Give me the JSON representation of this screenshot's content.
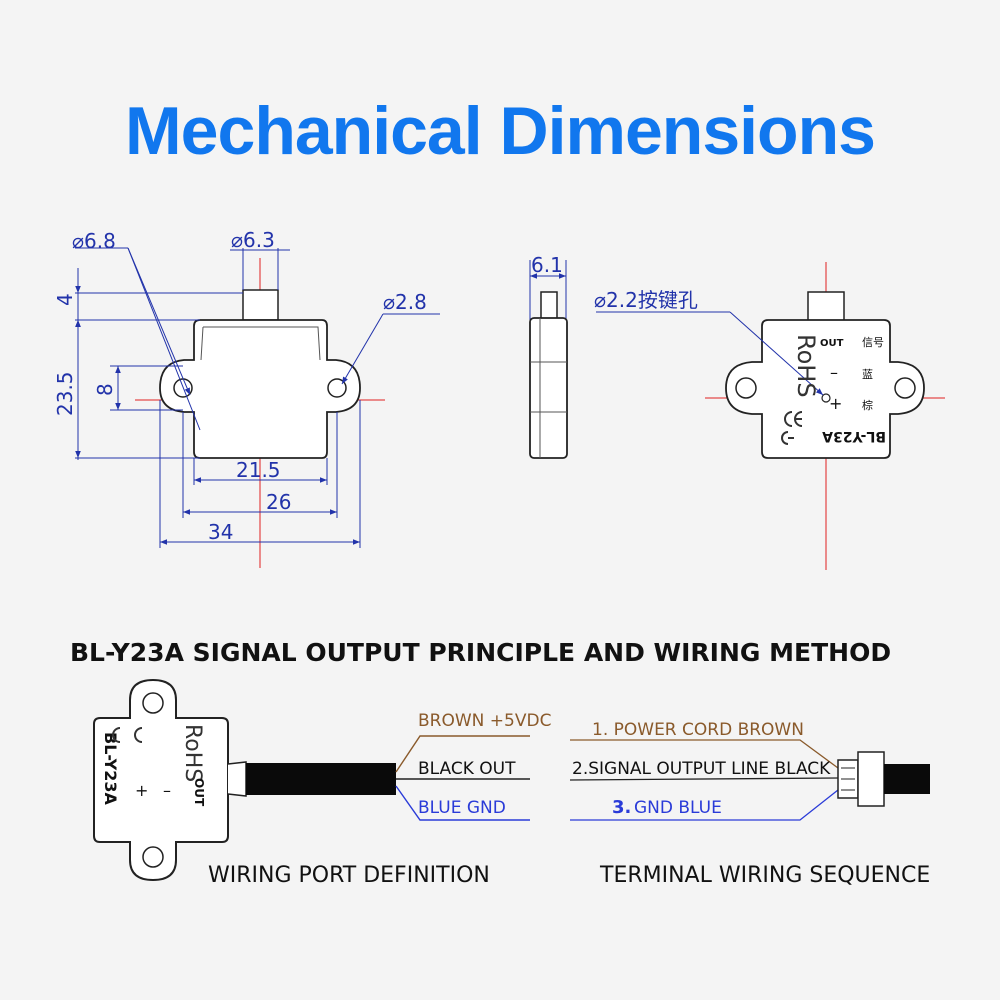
{
  "title": "Mechanical Dimensions",
  "subtitle": "BL-Y23A SIGNAL OUTPUT PRINCIPLE AND WIRING METHOD",
  "colors": {
    "title": "#1177ee",
    "dim_blue": "#2233aa",
    "center_red": "#e02020",
    "brown": "#8a5a2b",
    "blue_wire": "#2a3bd8"
  },
  "front_view": {
    "dia_left": "⌀6.8",
    "dia_top": "⌀6.3",
    "dia_right": "⌀2.8",
    "dim_4": "4",
    "dim_23_5": "23.5",
    "dim_8": "8",
    "dim_21_5": "21.5",
    "dim_26": "26",
    "dim_34": "34"
  },
  "side_view": {
    "dim_6_1": "6.1"
  },
  "back_view": {
    "hole_label": "⌀2.2按键孔",
    "model": "BL-Y23A",
    "rohs": "RoHS",
    "out": "OUT",
    "minus": "–",
    "plus": "+",
    "cn_1": "信号",
    "cn_2": "蓝",
    "cn_3": "棕"
  },
  "wiring_sensor": {
    "model": "BL-Y23A",
    "rohs": "RoHS",
    "out": "OUT",
    "minus": "–",
    "plus": "+"
  },
  "wiring_port": {
    "brown": "BROWN +5VDC",
    "black": "BLACK OUT",
    "blue": "BLUE GND",
    "caption": "WIRING PORT DEFINITION"
  },
  "terminal": {
    "line1": "1. POWER CORD BROWN",
    "line2": "2.SIGNAL OUTPUT LINE BLACK",
    "line3_num": "3.",
    "line3": "GND  BLUE",
    "caption": "TERMINAL WIRING SEQUENCE"
  }
}
